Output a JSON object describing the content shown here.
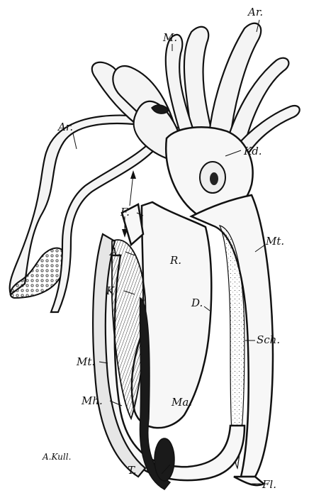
{
  "labels": {
    "ar_top": "Ar.",
    "m": "M.",
    "ar_left": "Ar.",
    "kd": "Kd.",
    "f": "F.",
    "a": "A.",
    "mt_right": "Mt.",
    "r": "R.",
    "k": "K.",
    "d": "D.",
    "sch": "Sch.",
    "mt_left": "Mt.",
    "mh": "Mh.",
    "ma": "Ma.",
    "t": "T.",
    "fl": "Fl."
  },
  "signature": "A.Kull."
}
